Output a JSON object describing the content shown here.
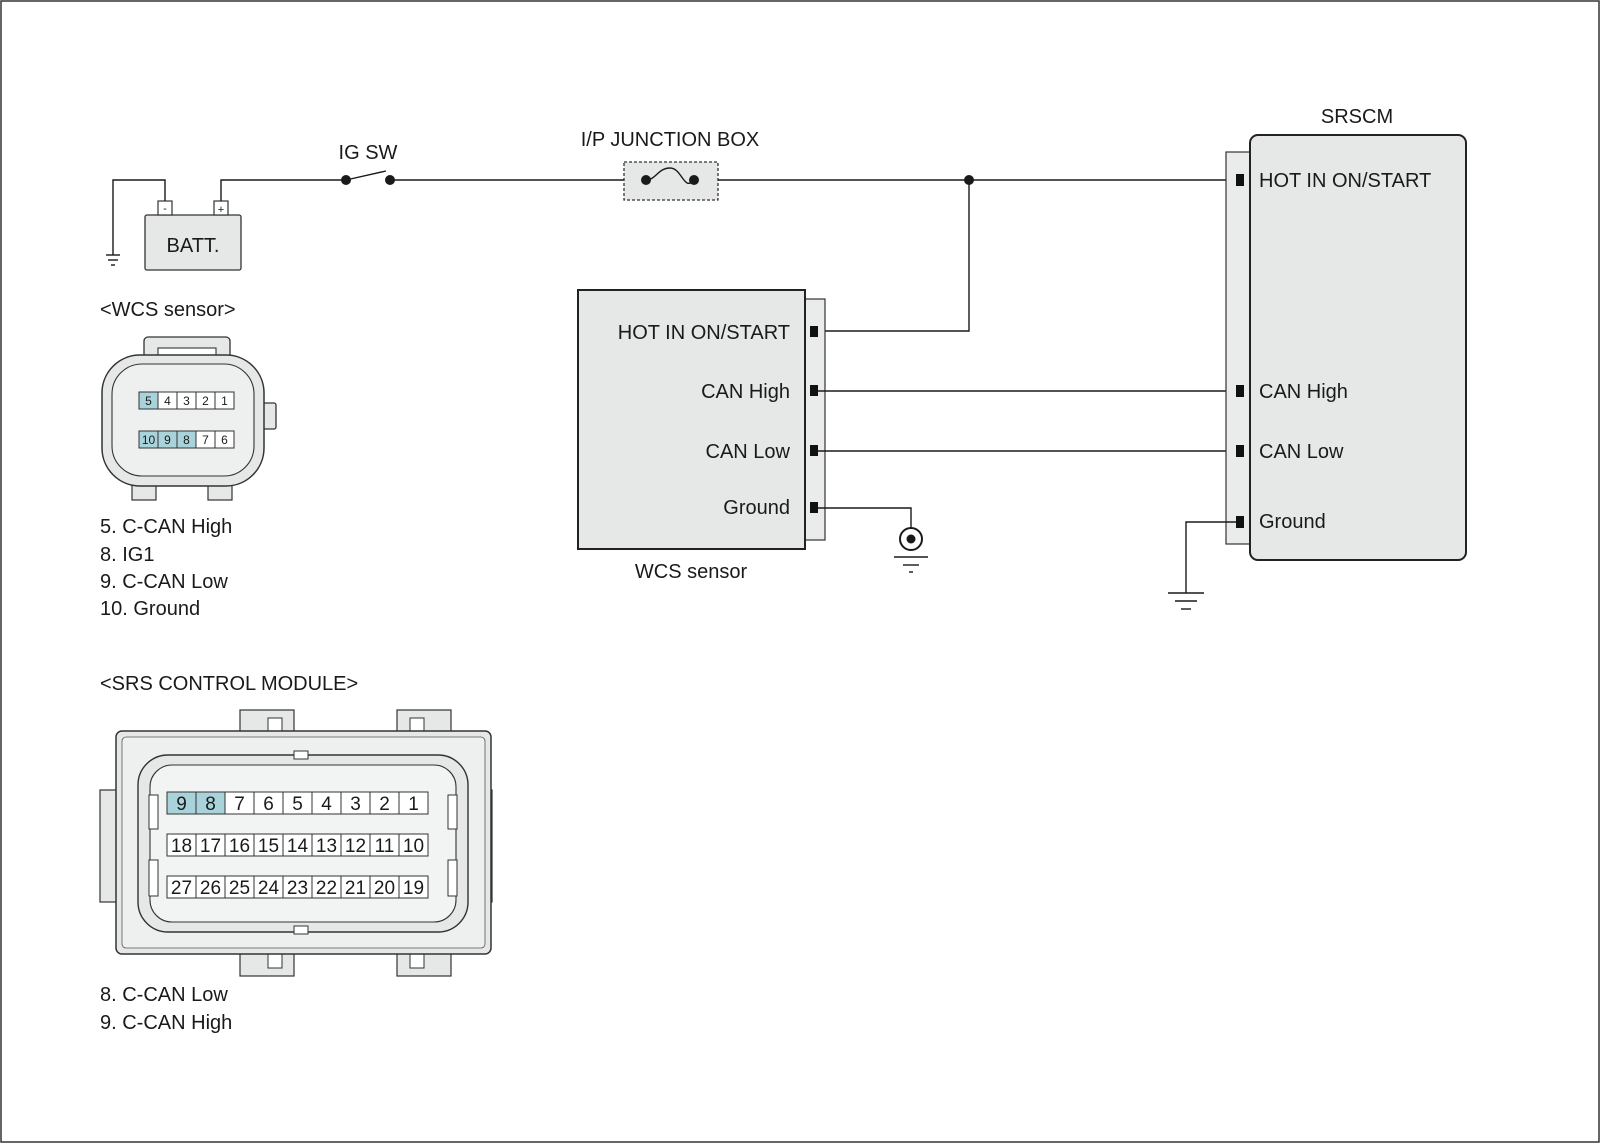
{
  "colors": {
    "pin_highlight": "#a9d3db",
    "module_fill": "#e6e8e8",
    "connector_strip": "#eaecec"
  },
  "power": {
    "battery_label": "BATT.",
    "battery_minus": "-",
    "battery_plus": "+",
    "ig_switch_label": "IG SW",
    "junction_box_label": "I/P JUNCTION BOX"
  },
  "wcs_module": {
    "title": "WCS sensor",
    "pins": [
      "HOT IN ON/START",
      "CAN High",
      "CAN Low",
      "Ground"
    ]
  },
  "srscm_module": {
    "title": "SRSCM",
    "pins": [
      "HOT IN ON/START",
      "CAN High",
      "CAN Low",
      "Ground"
    ]
  },
  "wcs_connector": {
    "title": "<WCS sensor>",
    "top_row": [
      "5",
      "4",
      "3",
      "2",
      "1"
    ],
    "bottom_row": [
      "10",
      "9",
      "8",
      "7",
      "6"
    ],
    "highlighted": [
      "5",
      "8",
      "9",
      "10"
    ],
    "legend": [
      "5. C-CAN High",
      "8. IG1",
      "9. C-CAN Low",
      "10. Ground"
    ]
  },
  "srs_connector": {
    "title": "<SRS CONTROL MODULE>",
    "rows": [
      [
        "9",
        "8",
        "7",
        "6",
        "5",
        "4",
        "3",
        "2",
        "1"
      ],
      [
        "18",
        "17",
        "16",
        "15",
        "14",
        "13",
        "12",
        "11",
        "10"
      ],
      [
        "27",
        "26",
        "25",
        "24",
        "23",
        "22",
        "21",
        "20",
        "19"
      ]
    ],
    "highlighted": [
      "8",
      "9"
    ],
    "legend": [
      "8. C-CAN Low",
      "9. C-CAN High"
    ]
  }
}
